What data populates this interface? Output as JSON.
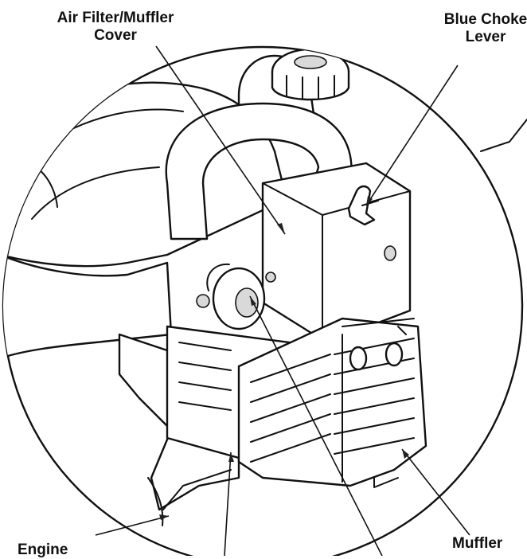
{
  "labels": {
    "air_filter_line1": "Air Filter/Muffler",
    "air_filter_line2": "Cover",
    "choke_line1": "Blue Choke",
    "choke_line2": "Lever",
    "engine": "Engine",
    "muffler": "Muffler"
  }
}
